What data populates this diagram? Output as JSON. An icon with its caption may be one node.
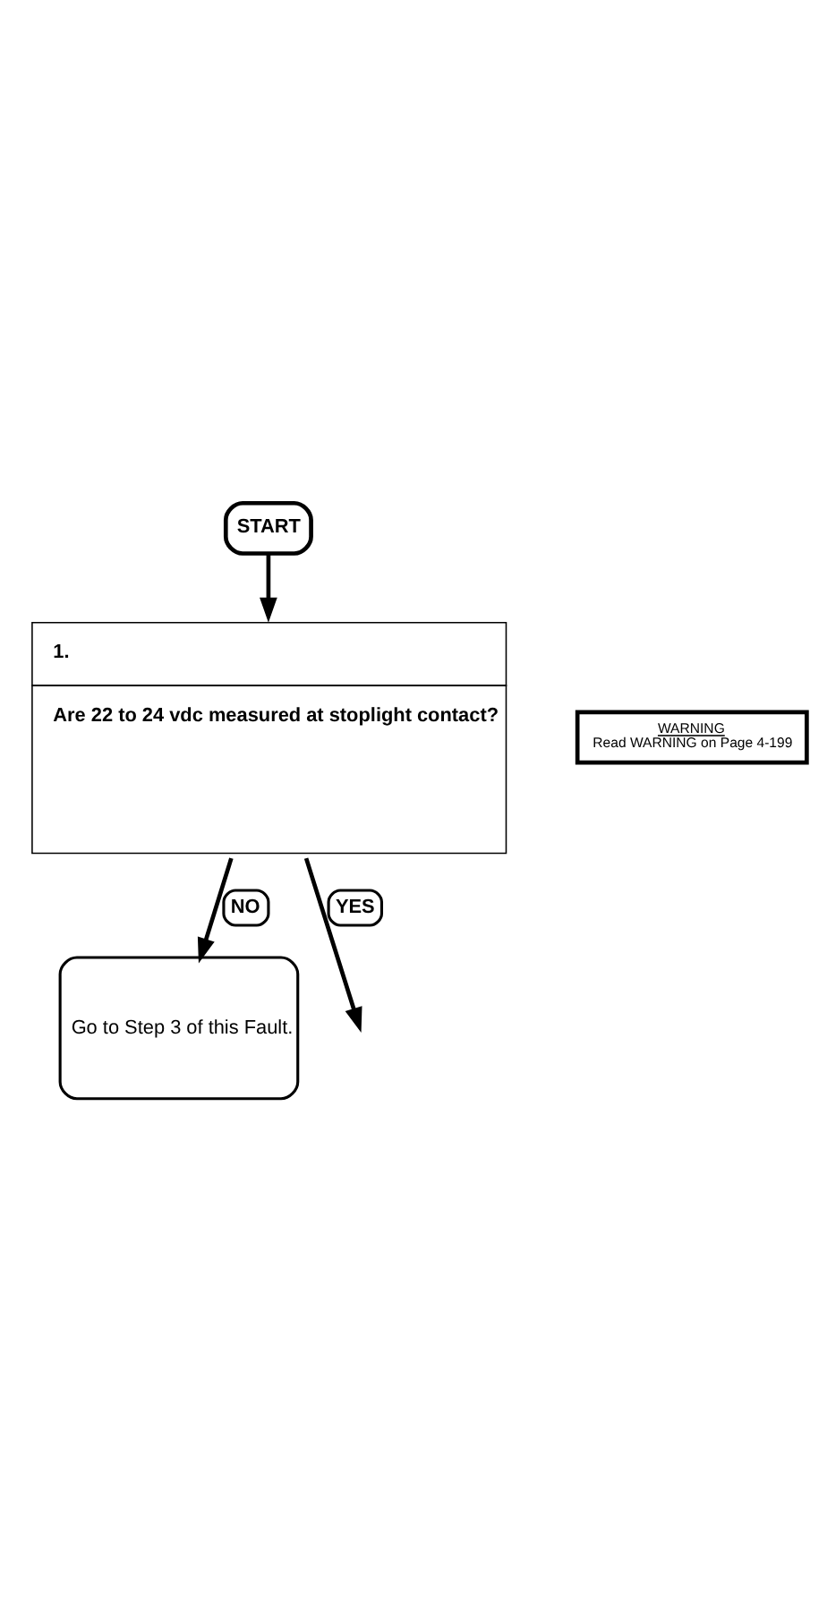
{
  "diagram": {
    "nodes": [
      {
        "text": [
          "START"
        ]
      },
      {
        "text": [
          "1.",
          "Are 22 to 24 vdc measured at stoplight contact?"
        ]
      },
      {
        "text": [
          "WARNING",
          "Read WARNING on Page 4-199"
        ]
      },
      {
        "text": [
          "Go to Step 3 of this Fault."
        ]
      }
    ],
    "edges": [
      {
        "from": 0,
        "to": 1,
        "arrow": "to"
      },
      {
        "from": 1,
        "to": 3,
        "arrow": "to",
        "label": "NO"
      },
      {
        "from": 1,
        "to": null,
        "arrow": "to",
        "label": "YES"
      }
    ]
  }
}
